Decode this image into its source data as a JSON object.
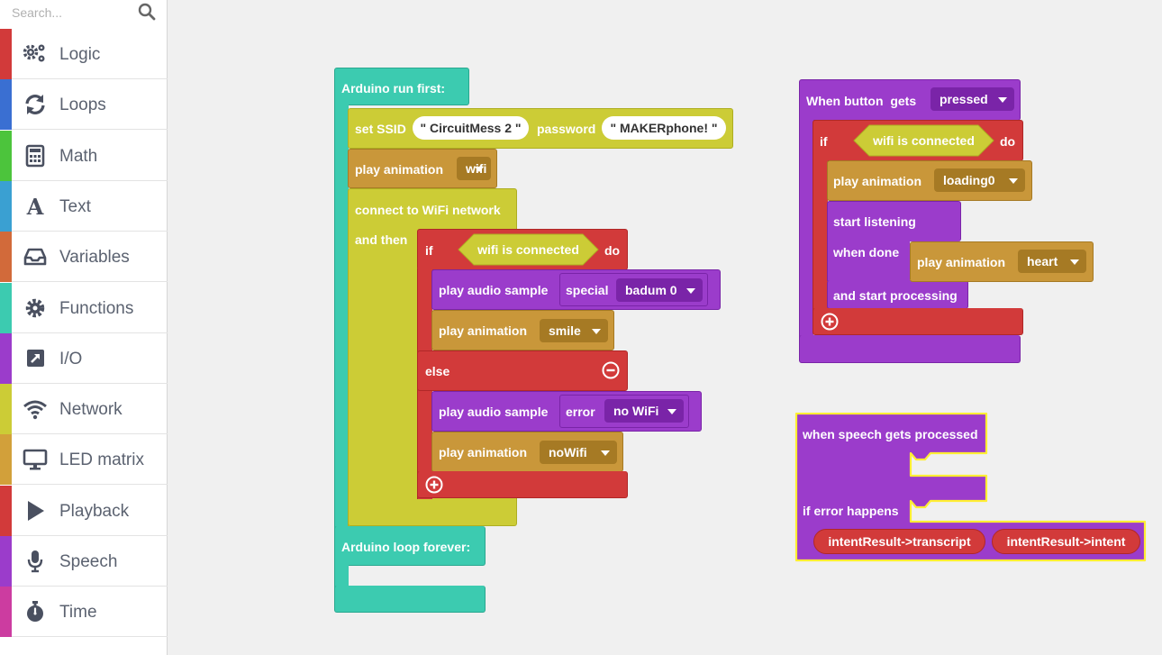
{
  "search": {
    "placeholder": "Search..."
  },
  "categories": [
    {
      "label": "Logic",
      "color": "#d23a3a",
      "icon": "gears-icon"
    },
    {
      "label": "Loops",
      "color": "#3a6fd2",
      "icon": "refresh-icon"
    },
    {
      "label": "Math",
      "color": "#4cc43c",
      "icon": "calculator-icon"
    },
    {
      "label": "Text",
      "color": "#3aa0d2",
      "icon": "letter-a-icon"
    },
    {
      "label": "Variables",
      "color": "#d26a3a",
      "icon": "inbox-icon"
    },
    {
      "label": "Functions",
      "color": "#3ccbb0",
      "icon": "gear-icon"
    },
    {
      "label": "I/O",
      "color": "#9b3ccb",
      "icon": "external-link-icon"
    },
    {
      "label": "Network",
      "color": "#cccc36",
      "icon": "wifi-icon"
    },
    {
      "label": "LED matrix",
      "color": "#d2a03a",
      "icon": "monitor-icon"
    },
    {
      "label": "Playback",
      "color": "#d23a3a",
      "icon": "play-icon"
    },
    {
      "label": "Speech",
      "color": "#9b3ccb",
      "icon": "microphone-icon"
    },
    {
      "label": "Time",
      "color": "#cc3ca0",
      "icon": "stopwatch-icon"
    }
  ],
  "colors": {
    "functions": "#3ccbb0",
    "network": "#cccc36",
    "led": "#c9973a",
    "logic": "#d23a3a",
    "io": "#9b3ccb",
    "speech": "#9b3ccb",
    "highlight": "#ffee33"
  },
  "blocks": {
    "run_first": {
      "header": "Arduino run first:",
      "set_ssid_label": "set SSID",
      "ssid_value": "\" CircuitMess 2 \"",
      "password_label": "password",
      "password_value": "\" MAKERphone! \"",
      "play_animation_label": "play animation",
      "anim_wifi": "wifi",
      "connect_label": "connect to WiFi network",
      "and_then_label": "and then",
      "if_label": "if",
      "condition": "wifi is connected",
      "do_label": "do",
      "play_audio_label": "play audio sample",
      "audio_special": "special",
      "audio_badum": "badum 0",
      "anim_smile": "smile",
      "else_label": "else",
      "audio_error": "error",
      "audio_nowifi": "no WiFi",
      "anim_nowifi": "noWifi"
    },
    "loop_forever": {
      "header": "Arduino loop forever:"
    },
    "button": {
      "header_prefix": "When button",
      "gets_label": "gets",
      "state": "pressed",
      "if_label": "if",
      "condition": "wifi is connected",
      "do_label": "do",
      "play_animation_label": "play animation",
      "anim_loading": "loading0",
      "start_listening": "start listening",
      "when_done": "when done",
      "anim_heart": "heart",
      "start_processing": "and start processing"
    },
    "speech": {
      "header": "when speech gets processed",
      "error_label": "if error happens",
      "transcript": "intentResult->transcript",
      "intent": "intentResult->intent"
    }
  }
}
